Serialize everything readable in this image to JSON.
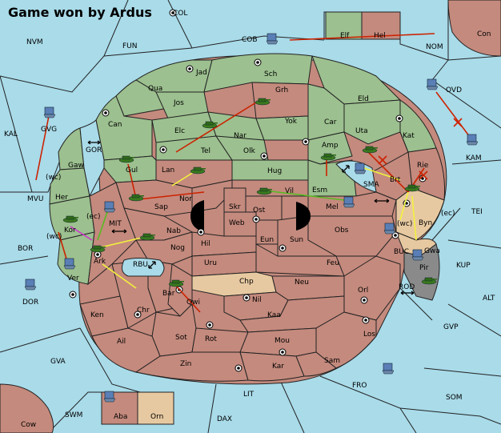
{
  "title": "Game won by Ardus",
  "labels": {
    "NVM": "NVM",
    "FUN": "FUN",
    "COL": "COL",
    "COB": "COB",
    "Elf": "Elf",
    "Hel": "Hel",
    "NOM": "NOM",
    "Con": "Con",
    "Jad": "Jad",
    "Sch": "Sch",
    "Qua": "Qua",
    "Jos": "Jos",
    "Grh": "Grh",
    "Eld": "Eld",
    "OVD": "OVD",
    "Can": "Can",
    "Yok": "Yok",
    "Car": "Car",
    "Kat": "Kat",
    "KAL": "KAL",
    "GVG": "GVG",
    "Elc": "Elc",
    "Nar": "Nar",
    "Uta": "Uta",
    "KAM": "KAM",
    "GOR": "GOR",
    "Tel": "Tel",
    "Olk": "Olk",
    "Amp": "Amp",
    "Gaw": "Gaw",
    "Gul": "Gul",
    "Hug": "Hug",
    "Rie": "Rie",
    "SMA": "SMA",
    "wc": "(wc)",
    "Lan": "Lan",
    "Brt": "Brt",
    "MVU": "MVU",
    "Her": "Her",
    "Nor": "Nor",
    "Vil": "Vil",
    "Esm": "Esm",
    "Sap": "Sap",
    "Skr": "Skr",
    "Mel": "Mel",
    "TEI": "TEI",
    "ec": "(ec)",
    "Ost": "Ost",
    "Byn": "Byn",
    "Kor": "Kor",
    "MIT": "MIT",
    "Web": "Web",
    "Obs": "Obs",
    "Nab": "Nab",
    "BOR": "BOR",
    "Eun": "Eun",
    "Sun": "Sun",
    "Hil": "Hil",
    "BUC": "BUC",
    "Gwa": "Gwa",
    "KUP": "KUP",
    "Nog": "Nog",
    "Ark": "Ark",
    "Pir": "Pir",
    "RBU": "RBU",
    "Uru": "Uru",
    "Feu": "Feu",
    "Ver": "Ver",
    "Chp": "Chp",
    "Neu": "Neu",
    "ROD": "ROD",
    "DOR": "DOR",
    "Bar": "Bar",
    "Orl": "Orl",
    "ALT": "ALT",
    "Qwi": "Qwi",
    "Nil": "Nil",
    "Ken": "Ken",
    "Chr": "Chr",
    "Kaa": "Kaa",
    "GVP": "GVP",
    "Sot": "Sot",
    "Rot": "Rot",
    "Los": "Los",
    "Ail": "Ail",
    "Mou": "Mou",
    "GVA": "GVA",
    "Zin": "Zin",
    "Kar": "Kar",
    "Sam": "Sam",
    "FRO": "FRO",
    "LIT": "LIT",
    "SOM": "SOM",
    "SWM": "SWM",
    "Aba": "Aba",
    "Orn": "Orn",
    "DAX": "DAX",
    "Cow": "Cow"
  },
  "colors": {
    "sea": "#a9dbe9",
    "green": "#9cc08f",
    "red": "#c48a7d",
    "tan": "#e7c9a1",
    "grey": "#8a8a8a",
    "order_red": "#cc2200",
    "order_yellow": "#f2f23c",
    "order_green": "#55bb22",
    "order_magenta": "#cc33cc"
  },
  "icons": [
    "army-icon",
    "fleet-icon",
    "supply-center-icon",
    "coast-arrow-icon",
    "order-arrow-icon",
    "failed-order-x-icon"
  ]
}
